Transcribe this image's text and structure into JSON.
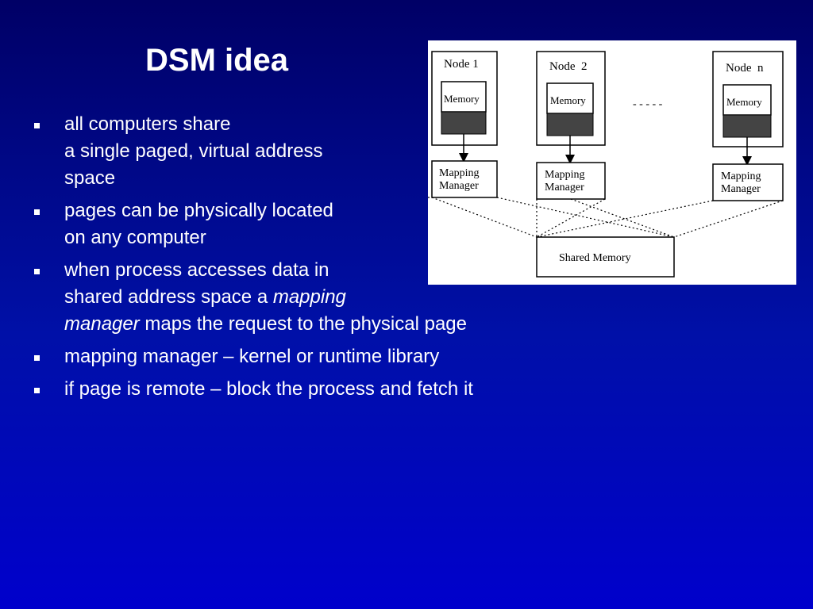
{
  "slide": {
    "title": "DSM idea",
    "bullets": [
      {
        "lines": [
          "all computers share",
          "a single paged, virtual address",
          "space"
        ]
      },
      {
        "lines": [
          "pages can be physically located",
          "on any computer"
        ]
      },
      {
        "line1": "when process accesses data in",
        "line2_pre": "shared address space a ",
        "line2_em": "mapping",
        "line3_em": "manager",
        "line3_post": " maps the request to the physical page"
      },
      {
        "lines": [
          "mapping manager – kernel or runtime library"
        ]
      },
      {
        "lines": [
          "if page is remote – block the process and fetch it"
        ]
      }
    ]
  },
  "diagram": {
    "nodes": [
      {
        "label": "Node 1",
        "memory": "Memory",
        "manager_line1": "Mapping",
        "manager_line2": "Manager"
      },
      {
        "label": "Node  2",
        "memory": "Memory",
        "manager_line1": "Mapping",
        "manager_line2": "Manager"
      },
      {
        "label": "Node  n",
        "memory": "Memory",
        "manager_line1": "Mapping",
        "manager_line2": "Manager"
      }
    ],
    "ellipsis": "- - - - -",
    "shared_memory": "Shared Memory"
  }
}
